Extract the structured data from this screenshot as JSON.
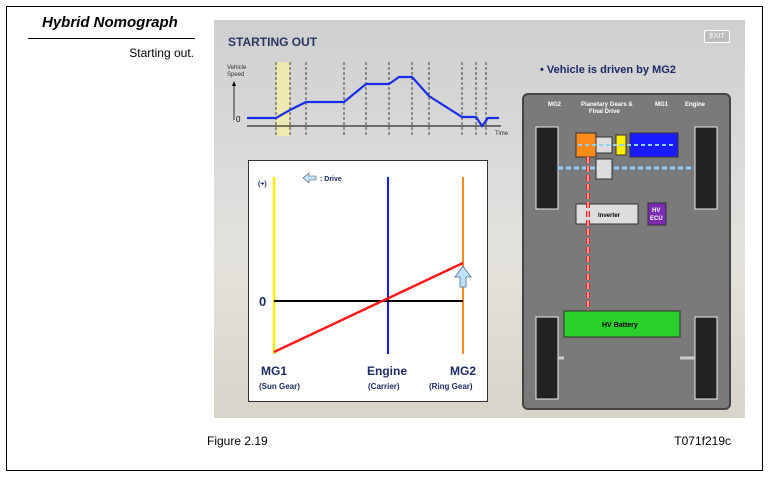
{
  "section": {
    "title": "Hybrid Nomograph",
    "subtitle": "Starting out."
  },
  "slide": {
    "title": "STARTING OUT",
    "exit_label": "EXIT",
    "bullet": "• Vehicle is driven by MG2"
  },
  "speed_graph": {
    "ylabel_1": "Vehicle",
    "ylabel_2": "Speed",
    "zero": "0",
    "xlabel": "Time"
  },
  "nomograph": {
    "plus_label": "(+)",
    "drive_legend": ": Drive",
    "zero": "0",
    "axes": [
      {
        "name": "MG1",
        "sub": "(Sun Gear)",
        "color": "#ffee00"
      },
      {
        "name": "Engine",
        "sub": "(Carrier)",
        "color": "#1a1aff"
      },
      {
        "name": "MG2",
        "sub": "(Ring Gear)",
        "color": "#ff8c1a"
      }
    ]
  },
  "drivetrain": {
    "mg2": "MG2",
    "planetary_1": "Planetary Gears &",
    "planetary_2": "Final Drive",
    "mg1": "MG1",
    "engine": "Engine",
    "inverter": "Inverter",
    "hv_ecu_1": "HV",
    "hv_ecu_2": "ECU",
    "battery": "HV Battery"
  },
  "figure": {
    "label": "Figure 2.19",
    "code": "T071f219c"
  }
}
